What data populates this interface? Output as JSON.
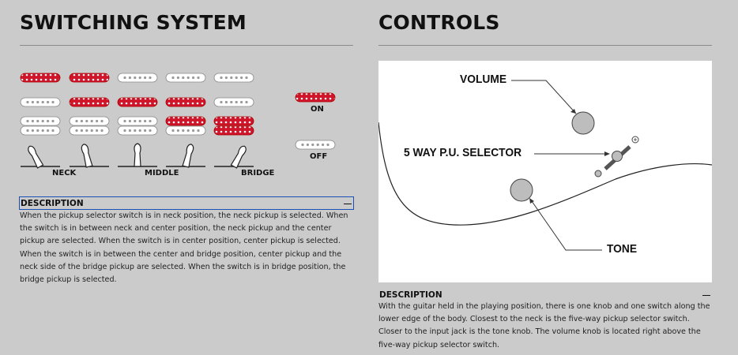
{
  "left": {
    "title": "SWITCHING SYSTEM",
    "positions": [
      "NECK",
      "MIDDLE",
      "BRIDGE"
    ],
    "legend": {
      "on_label": "ON",
      "off_label": "OFF"
    },
    "description": {
      "header": "DESCRIPTION",
      "text": "When the pickup selector switch is in neck position, the neck pickup is selected. When the switch is in between neck and center position, the neck pickup and the center pickup are selected. When the switch is in center position, center pickup is selected. When the switch is in between the center and bridge position, center pickup and the neck side of the bridge pickup are selected. When the switch is in bridge position, the bridge pickup is selected."
    }
  },
  "right": {
    "title": "CONTROLS",
    "diagram": {
      "volume_label": "VOLUME",
      "selector_label": "5 WAY P.U. SELECTOR",
      "tone_label": "TONE"
    },
    "description": {
      "header": "DESCRIPTION",
      "text": "With the guitar held in the playing position, there is one knob and one switch along the lower edge of the body. Closest to the neck is the five-way pickup selector switch. Closer to the input jack is the tone knob. The volume knob is located right above the five-way pickup selector switch."
    }
  },
  "colors": {
    "background": "#cbcbcb",
    "pickup_on": "#d0142a",
    "pickup_off": "#ffffff",
    "focus_outline": "#1a4fb5"
  }
}
